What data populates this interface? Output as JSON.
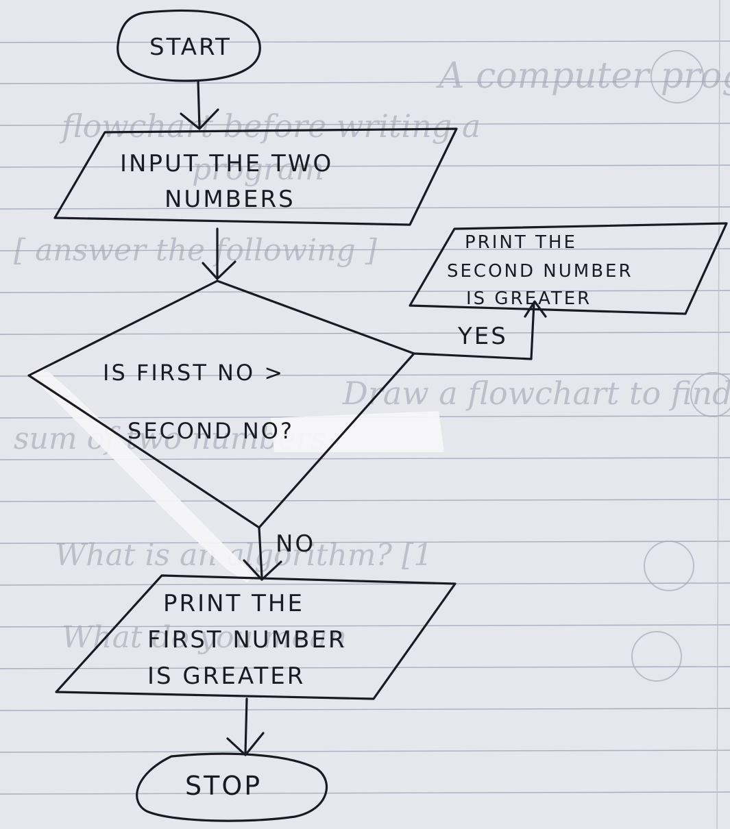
{
  "flowchart": {
    "start": "START",
    "input": [
      "INPUT THE TWO",
      "NUMBERS"
    ],
    "decision": [
      "IS FIRST NO >",
      "SECOND NO?"
    ],
    "yes_label": "YES",
    "no_label": "NO",
    "output_yes": [
      "PRINT THE",
      "SECOND NUMBER",
      "IS GREATER"
    ],
    "output_no": [
      "PRINT THE",
      "FIRST NUMBER",
      "IS GREATER"
    ],
    "stop": "STOP"
  },
  "bleed_through": {
    "line1": "A computer programmer ele",
    "line2": "flowchart before writing a",
    "line3": "program",
    "line4": "[ answer the following ]",
    "line5": "Draw a flowchart to find",
    "line6": "sum of two numbers",
    "line7": "What is an algorithm? [1",
    "line8": "What do you mean"
  }
}
